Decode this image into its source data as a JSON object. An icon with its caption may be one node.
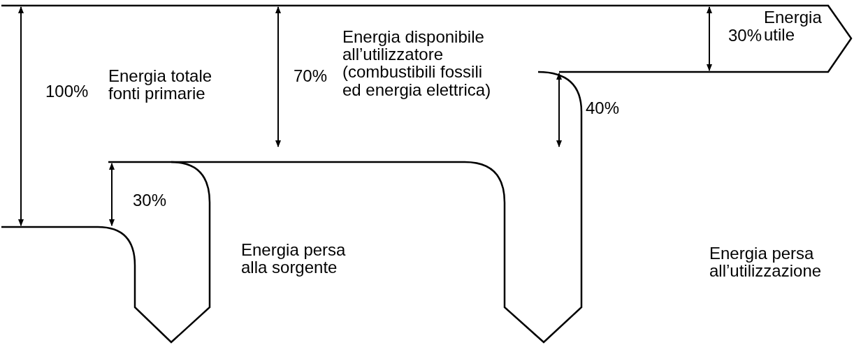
{
  "diagram": {
    "labels": [
      "30%",
      "Energia utile",
      "Energia disponibile all’utilizzatore (combustibili fossili ed energia elettrica)",
      "100%",
      "Energia totale fonti primarie",
      "70%",
      "40%",
      "30%",
      "Energia persa alla sorgente",
      "Energia persa all’utilizzazione"
    ]
  }
}
